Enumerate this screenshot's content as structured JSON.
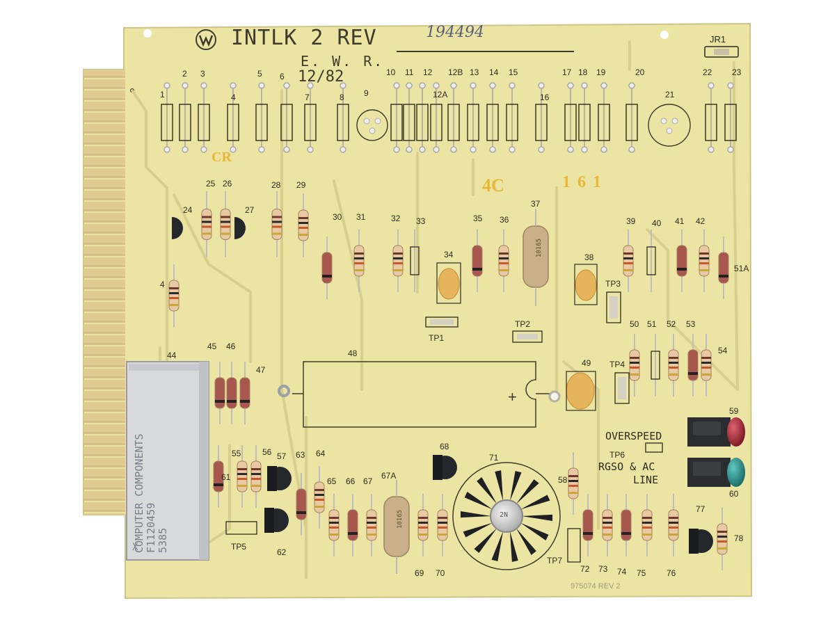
{
  "board": {
    "title": "INTLK 2 REV",
    "handwritten_rev": "194494",
    "designer": "E. W. R.",
    "date": "12/82",
    "jumper": "JR1",
    "relay_brand": "COMPUTER COMPONENTS",
    "relay_part": "F1120459",
    "relay_code": "5385",
    "relay_x": "X",
    "footer_mark": "975074 REV 2",
    "silk": {
      "cr": "CR",
      "fourc": "4C",
      "code": "161"
    },
    "indicator_label": "OVERSPEED",
    "tp6_label_line1": "RGSO & AC",
    "tp6_label_line2": "LINE",
    "test_points": {
      "tp1": "TP1",
      "tp2": "TP2",
      "tp3": "TP3",
      "tp4": "TP4",
      "tp5": "TP5",
      "tp6": "TP6",
      "tp7": "TP7"
    },
    "cap37_marking": "10165",
    "cap67a_marking": "10165",
    "transistor71_marking": "2N",
    "chip_plus": "+"
  },
  "refs": {
    "r1": "1",
    "r2": "2",
    "r3": "3",
    "r4": "4",
    "r5": "5",
    "r6": "6",
    "r7": "7",
    "r8": "8",
    "r9": "9",
    "r10": "10",
    "r11": "11",
    "r12": "12",
    "r12a": "12A",
    "r12b": "12B",
    "r13": "13",
    "r14": "14",
    "r15": "15",
    "r16": "16",
    "r17": "17",
    "r18": "18",
    "r19": "19",
    "r20": "20",
    "r21": "21",
    "r22": "22",
    "r23": "23",
    "r24": "24",
    "r25": "25",
    "r26": "26",
    "r27": "27",
    "r28": "28",
    "r29": "29",
    "r30": "30",
    "r31": "31",
    "r32": "32",
    "r33": "33",
    "r34": "34",
    "r35": "35",
    "r36": "36",
    "r37": "37",
    "r38": "38",
    "r39": "39",
    "r40": "40",
    "r41": "41",
    "r42": "42",
    "r43": "4",
    "r44": "44",
    "r45": "45",
    "r46": "46",
    "r47": "47",
    "r48": "48",
    "r49": "49",
    "r50": "50",
    "r51": "51",
    "r51a": "51A",
    "r52": "52",
    "r53": "53",
    "r54": "54",
    "r55": "55",
    "r56": "56",
    "r57": "57",
    "r58": "58",
    "r59": "59",
    "r60": "60",
    "r61": "61",
    "r62": "62",
    "r63": "63",
    "r64": "64",
    "r65": "65",
    "r66": "66",
    "r67": "67",
    "r67a": "67A",
    "r68": "68",
    "r69": "69",
    "r70": "70",
    "r71": "71",
    "r72": "72",
    "r73": "73",
    "r74": "74",
    "r75": "75",
    "r76": "76",
    "r77": "77",
    "r78": "78"
  },
  "colors": {
    "pcb": "#ece4a2",
    "edge_contact": "#e0c98e",
    "trace": "#dcd394",
    "resistor_body": "#e8c9a3",
    "diode_body": "#a8574f",
    "transistor": "#24272b",
    "tantalum": "#e5b45d",
    "relay": "#d8d9db",
    "led_red": "#a8242e",
    "led_green": "#2a8f88",
    "silkscreen_yellow": "#e9b63a"
  }
}
